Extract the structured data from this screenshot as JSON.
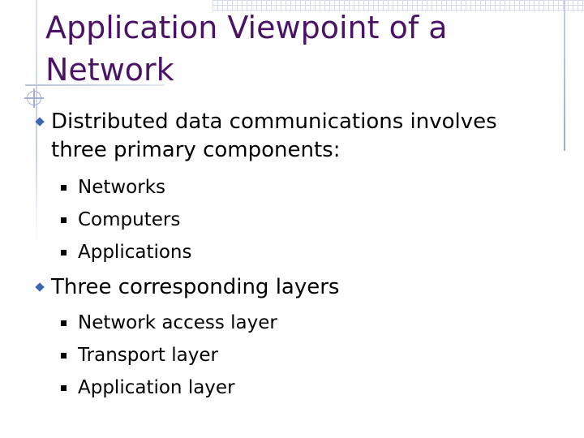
{
  "slide": {
    "title_line1": "Application Viewpoint of a",
    "title_line2": "Network",
    "bullets": [
      {
        "text_line1": "Distributed data communications involves",
        "text_line2": "three primary components:",
        "sub": [
          "Networks",
          "Computers",
          "Applications"
        ]
      },
      {
        "text_line1": "Three corresponding layers",
        "sub": [
          "Network access layer",
          "Transport layer",
          "Application layer"
        ]
      }
    ]
  },
  "colors": {
    "title": "#4b1366",
    "bullet_diamond": "#3c66b0",
    "text": "#000000"
  },
  "icons": {
    "level1_bullet": "diamond-bullet-icon",
    "level2_bullet": "square-bullet-icon",
    "decoration": "crosshair-icon"
  }
}
